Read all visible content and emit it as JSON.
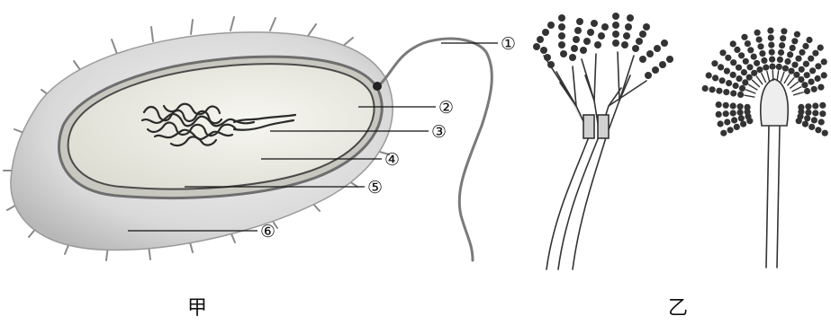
{
  "figure_a": {
    "caption": "甲",
    "labels": [
      "①",
      "②",
      "③",
      "④",
      "⑤",
      "⑥"
    ]
  },
  "figure_b": {
    "caption": "乙"
  }
}
